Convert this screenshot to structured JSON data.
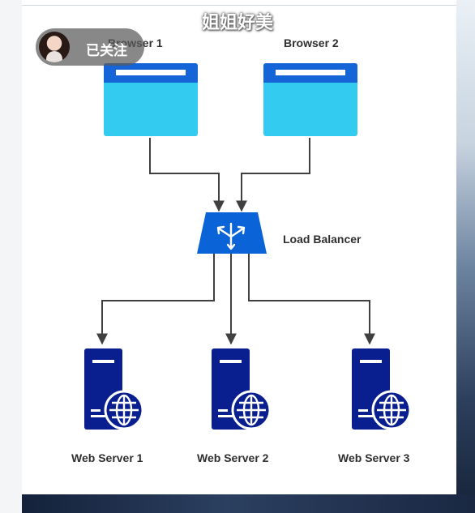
{
  "overlay": {
    "title": "姐姐好美",
    "follow_label": "已关注"
  },
  "diagram": {
    "browsers": [
      {
        "label": "Browser 1",
        "icon": "browser-window-icon"
      },
      {
        "label": "Browser 2",
        "icon": "browser-window-icon"
      }
    ],
    "load_balancer": {
      "label": "Load Balancer",
      "icon": "load-balancer-icon"
    },
    "servers": [
      {
        "label": "Web Server 1",
        "icon": "web-server-icon"
      },
      {
        "label": "Web Server 2",
        "icon": "web-server-icon"
      },
      {
        "label": "Web Server 3",
        "icon": "web-server-icon"
      }
    ],
    "colors": {
      "browser_bar": "#1565d8",
      "browser_body": "#33ccf0",
      "load_balancer": "#0a64d8",
      "server": "#0a1f8f",
      "connector": "#404040"
    }
  }
}
